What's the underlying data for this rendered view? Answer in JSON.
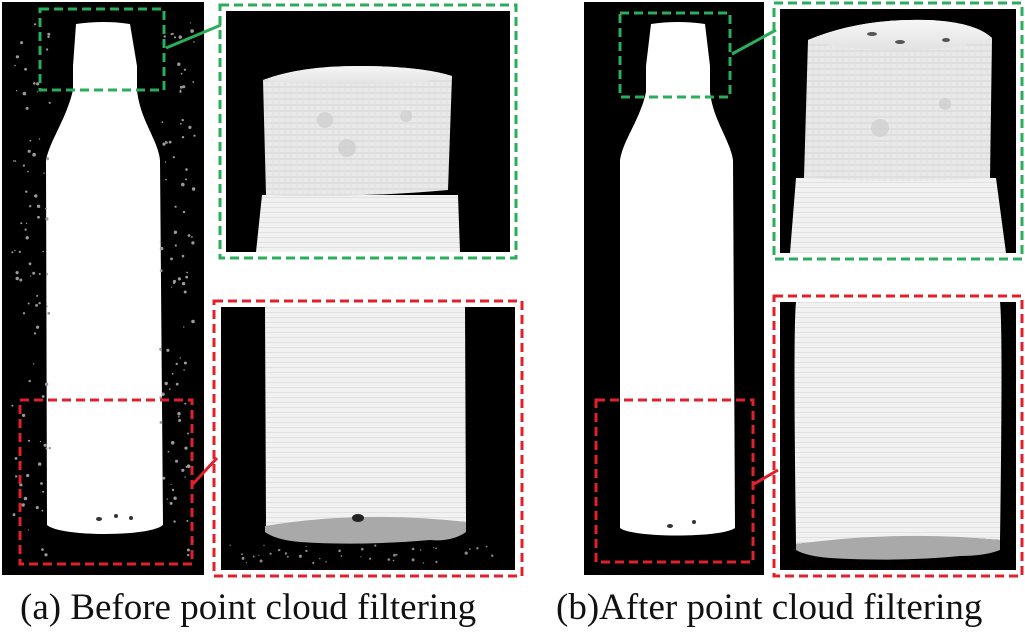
{
  "colors": {
    "background": "#000000",
    "object": "#ffffff",
    "green_box": "#2aae5a",
    "red_box": "#e0202a"
  },
  "panels": [
    {
      "id": "a",
      "caption": "(a) Before point cloud filtering",
      "noise": true
    },
    {
      "id": "b",
      "caption": "(b)After point cloud filtering",
      "noise": false
    }
  ]
}
